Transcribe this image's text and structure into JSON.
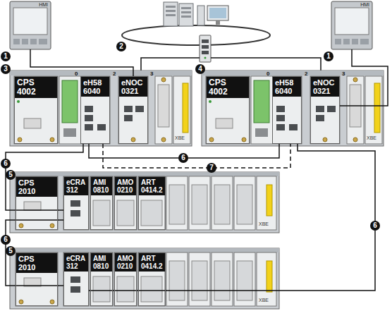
{
  "diagram": {
    "nodes": [
      {
        "text": [
          "HMI"
        ]
      },
      {
        "text": [
          "HMI"
        ]
      },
      {
        "text": [
          "CPS 4002"
        ]
      },
      {
        "text": [
          "eH58 6040"
        ]
      },
      {
        "text": [
          "eNOC 0321"
        ]
      },
      {
        "text": [
          "CPS 4002"
        ]
      },
      {
        "text": [
          "eH58 6040"
        ]
      },
      {
        "text": [
          "eNOC 0321"
        ]
      },
      {
        "text": [
          "CPS 2010"
        ]
      },
      {
        "text": [
          "eCRA 312"
        ]
      },
      {
        "text": [
          "AMI 0810"
        ]
      },
      {
        "text": [
          "AMO 0210"
        ]
      },
      {
        "text": [
          "ART 0414.2"
        ]
      },
      {
        "text": [
          "CPS 2010"
        ]
      },
      {
        "text": [
          "eCRA 312"
        ]
      },
      {
        "text": [
          "AMI 0810"
        ]
      },
      {
        "text": [
          "AMO 0210"
        ]
      },
      {
        "text": [
          "ART 0414.2"
        ]
      }
    ],
    "edges": [
      {
        "from": 0,
        "to": 4,
        "arrow": "none"
      },
      {
        "from": 1,
        "to": 7,
        "arrow": "none"
      },
      {
        "from": 3,
        "to": 6,
        "arrow": "none"
      },
      {
        "from": 3,
        "to": 6,
        "arrow": "none"
      },
      {
        "from": 3,
        "to": 9,
        "arrow": "none"
      },
      {
        "from": 9,
        "to": 14,
        "arrow": "none"
      },
      {
        "from": 14,
        "to": 6,
        "arrow": "none"
      }
    ],
    "labels": [
      "1",
      "1",
      "2",
      "3",
      "0",
      "2",
      "3",
      "XBE",
      "4",
      "0",
      "2",
      "3",
      "XBE",
      "6",
      "6",
      "7",
      "5",
      "XBE",
      "6",
      "5",
      "XBE",
      "6"
    ]
  }
}
